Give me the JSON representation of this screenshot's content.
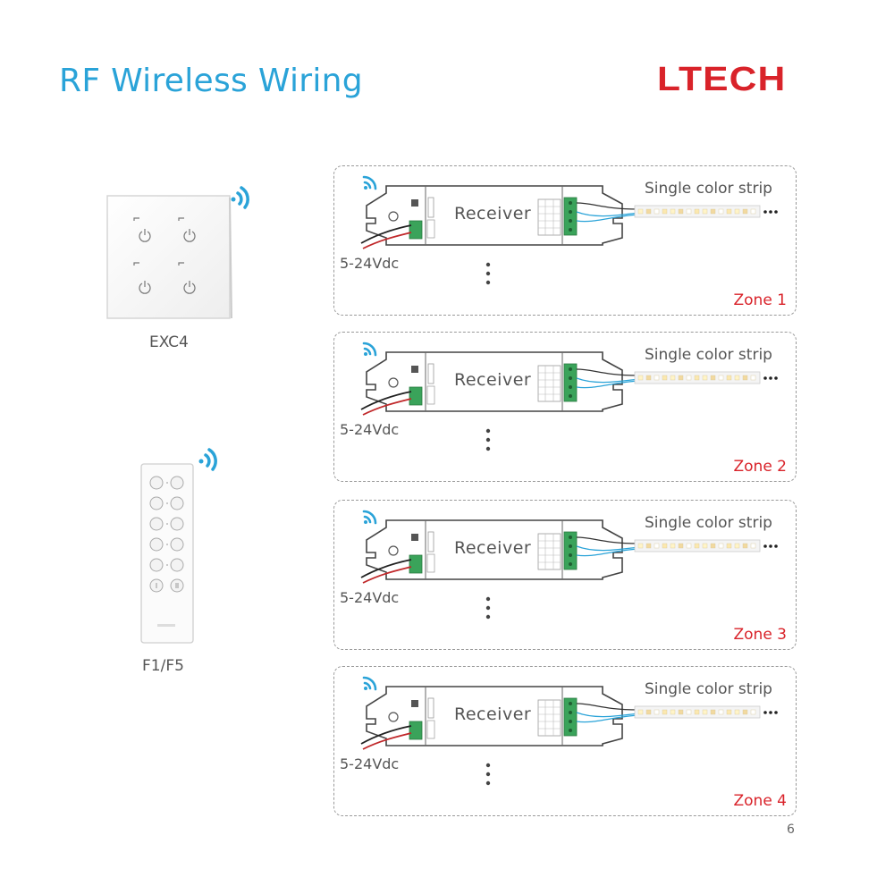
{
  "header": {
    "title": "RF Wireless Wiring",
    "logo": "LTECH"
  },
  "devices": [
    {
      "label": "EXC4"
    },
    {
      "label": "F1/F5"
    }
  ],
  "zones": [
    {
      "receiver": "Receiver",
      "strip": "Single color strip",
      "power": "5-24Vdc",
      "zone": "Zone 1"
    },
    {
      "receiver": "Receiver",
      "strip": "Single color strip",
      "power": "5-24Vdc",
      "zone": "Zone 2"
    },
    {
      "receiver": "Receiver",
      "strip": "Single color strip",
      "power": "5-24Vdc",
      "zone": "Zone 3"
    },
    {
      "receiver": "Receiver",
      "strip": "Single color strip",
      "power": "5-24Vdc",
      "zone": "Zone 4"
    }
  ],
  "page_number": "6",
  "colors": {
    "accent": "#2aa3d8",
    "brand": "#d9232a",
    "terminal": "#3aa35a"
  },
  "icons": [
    "wifi-signal-icon",
    "power-icon"
  ]
}
